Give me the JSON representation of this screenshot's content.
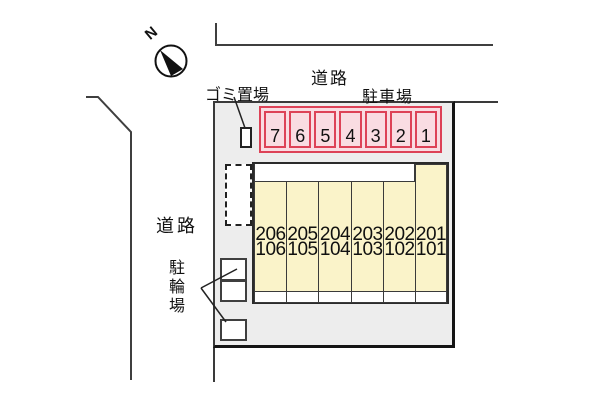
{
  "diagram_type": "property-site-plan",
  "compass": {
    "label": "N"
  },
  "roads": {
    "top_label": "道路",
    "left_label": "道路"
  },
  "site": {
    "garbage_label": "ゴミ置場",
    "parking_label": "駐車場",
    "bicycle_label": "駐輪場"
  },
  "parking": {
    "stalls": [
      "7",
      "6",
      "5",
      "4",
      "3",
      "2",
      "1"
    ]
  },
  "building": {
    "units": [
      {
        "upper": "206",
        "lower": "106"
      },
      {
        "upper": "205",
        "lower": "105"
      },
      {
        "upper": "204",
        "lower": "104"
      },
      {
        "upper": "203",
        "lower": "103"
      },
      {
        "upper": "202",
        "lower": "102"
      },
      {
        "upper": "201",
        "lower": "101"
      }
    ]
  },
  "colors": {
    "site_fill": "#ededed",
    "stall_fill": "#f9dce2",
    "stall_border": "#dd4257",
    "unit_fill": "#faf3c9",
    "outline": "#2b2b2b",
    "road_line": "#3f3f3f"
  }
}
